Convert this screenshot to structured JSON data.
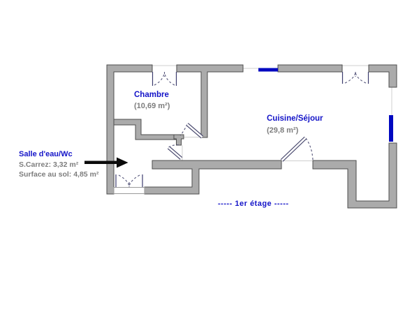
{
  "rooms": [
    {
      "name": "Chambre",
      "area": "(10,69 m²)"
    },
    {
      "name": "Cuisine/Séjour",
      "area": "(29,8 m²)"
    }
  ],
  "callout": {
    "title": "Salle d'eau/Wc",
    "carrez": "S.Carrez: 3,32 m²",
    "floor_surface": "Surface au sol: 4,85 m²"
  },
  "floor_label": "-----  1er étage  -----",
  "icons": {
    "callout_pointer": "right-arrow-icon"
  },
  "colors": {
    "room_label": "#1414c8",
    "area_label": "#7d7d7d",
    "wall_fill": "#ababab",
    "wall_stroke": "#4e4e4e",
    "window_highlight": "#0008c0",
    "arrow": "#0a0a0a"
  }
}
